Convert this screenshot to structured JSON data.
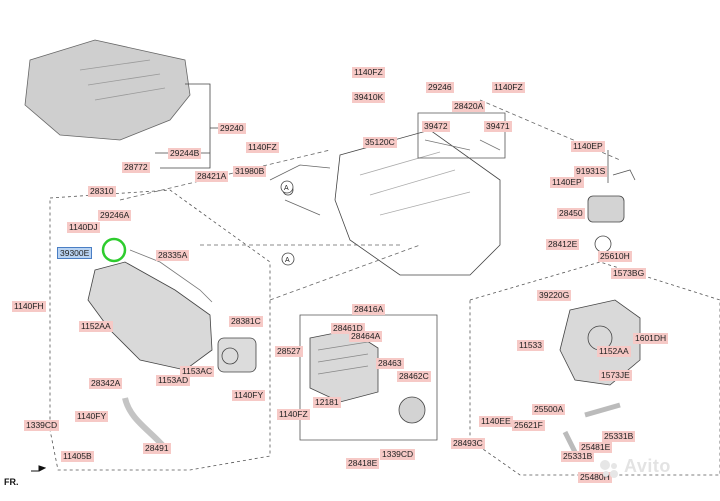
{
  "labels": [
    {
      "id": "p29240",
      "text": "29240"
    },
    {
      "id": "p29244B",
      "text": "29244B"
    },
    {
      "id": "p28772",
      "text": "28772"
    },
    {
      "id": "p28310",
      "text": "28310"
    },
    {
      "id": "p29246A",
      "text": "29246A"
    },
    {
      "id": "p1140DJ",
      "text": "1140DJ"
    },
    {
      "id": "p39300E",
      "text": "39300E"
    },
    {
      "id": "p28335A",
      "text": "28335A"
    },
    {
      "id": "p1140FH",
      "text": "1140FH"
    },
    {
      "id": "p1152AA_l",
      "text": "1152AA"
    },
    {
      "id": "p28381C",
      "text": "28381C"
    },
    {
      "id": "p1153AC",
      "text": "1153AC"
    },
    {
      "id": "p1153AD",
      "text": "1153AD"
    },
    {
      "id": "p28342A",
      "text": "28342A"
    },
    {
      "id": "p1140FY_b",
      "text": "1140FY"
    },
    {
      "id": "p1140FY_r",
      "text": "1140FY"
    },
    {
      "id": "p1339CD_l",
      "text": "1339CD"
    },
    {
      "id": "p11405B",
      "text": "11405B"
    },
    {
      "id": "p28491",
      "text": "28491"
    },
    {
      "id": "p1140FZ_a",
      "text": "1140FZ"
    },
    {
      "id": "p29246",
      "text": "29246"
    },
    {
      "id": "p1140FZ_b",
      "text": "1140FZ"
    },
    {
      "id": "p39410K",
      "text": "39410K"
    },
    {
      "id": "p28420A",
      "text": "28420A"
    },
    {
      "id": "p39472",
      "text": "39472"
    },
    {
      "id": "p39471",
      "text": "39471"
    },
    {
      "id": "p35120C",
      "text": "35120C"
    },
    {
      "id": "p1140FZ_c",
      "text": "1140FZ"
    },
    {
      "id": "p28421A",
      "text": "28421A"
    },
    {
      "id": "p31980B",
      "text": "31980B"
    },
    {
      "id": "p1140EP_a",
      "text": "1140EP"
    },
    {
      "id": "p91931S",
      "text": "91931S"
    },
    {
      "id": "p1140EP_b",
      "text": "1140EP"
    },
    {
      "id": "p28450",
      "text": "28450"
    },
    {
      "id": "p28412E",
      "text": "28412E"
    },
    {
      "id": "p25610H",
      "text": "25610H"
    },
    {
      "id": "p1573BG",
      "text": "1573BG"
    },
    {
      "id": "p39220G",
      "text": "39220G"
    },
    {
      "id": "p1601DH",
      "text": "1601DH"
    },
    {
      "id": "p11533",
      "text": "11533"
    },
    {
      "id": "p1152AA_r",
      "text": "1152AA"
    },
    {
      "id": "p1573JE",
      "text": "1573JE"
    },
    {
      "id": "p25500A",
      "text": "25500A"
    },
    {
      "id": "p1140EE",
      "text": "1140EE"
    },
    {
      "id": "p25621F",
      "text": "25621F"
    },
    {
      "id": "p28493C",
      "text": "28493C"
    },
    {
      "id": "p25331B_a",
      "text": "25331B"
    },
    {
      "id": "p25481E",
      "text": "25481E"
    },
    {
      "id": "p25331B_b",
      "text": "25331B"
    },
    {
      "id": "p25480H",
      "text": "25480H"
    },
    {
      "id": "p28416A",
      "text": "28416A"
    },
    {
      "id": "p28461D",
      "text": "28461D"
    },
    {
      "id": "p28464A",
      "text": "28464A"
    },
    {
      "id": "p28527",
      "text": "28527"
    },
    {
      "id": "p28463",
      "text": "28463"
    },
    {
      "id": "p28462C",
      "text": "28462C"
    },
    {
      "id": "p12181",
      "text": "12181"
    },
    {
      "id": "p1140FZ_d",
      "text": "1140FZ"
    },
    {
      "id": "p28418E",
      "text": "28418E"
    },
    {
      "id": "p1339CD_m",
      "text": "1339CD"
    }
  ],
  "direction_marker": "FR.",
  "callout_letter": "A",
  "watermark": "Avito",
  "colors": {
    "label_bg": "#f6c9c6",
    "highlight_bg": "#b9d3f2",
    "highlight_ring": "#2ecc2e",
    "line": "#333333"
  }
}
